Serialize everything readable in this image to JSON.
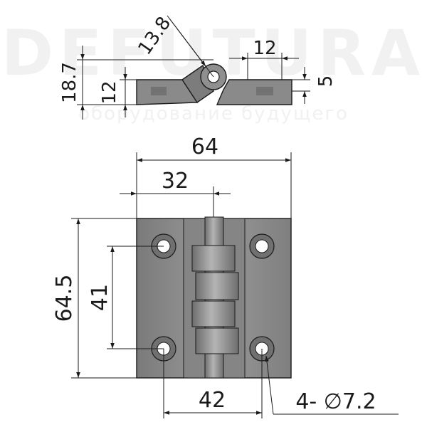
{
  "watermark": {
    "brand": "DEFUTURA",
    "tagline": "оборудование будущего"
  },
  "side_view": {
    "dims": {
      "total_height": "18.7",
      "leaf_height": "12",
      "knuckle_diameter": "13.8",
      "knuckle_width": "12",
      "leaf_thickness": "5"
    }
  },
  "front_view": {
    "dims": {
      "width": "64",
      "half_width": "32",
      "height": "64.5",
      "hole_pitch_vertical": "41",
      "hole_pitch_horizontal": "42",
      "holes": "4- ∅7.2"
    }
  },
  "colors": {
    "body": "#8c8c8c",
    "knuckle": "#9a9a9a",
    "hole": "#ffffff",
    "line": "#1a1a1a",
    "watermark": "#f1f1f1"
  }
}
